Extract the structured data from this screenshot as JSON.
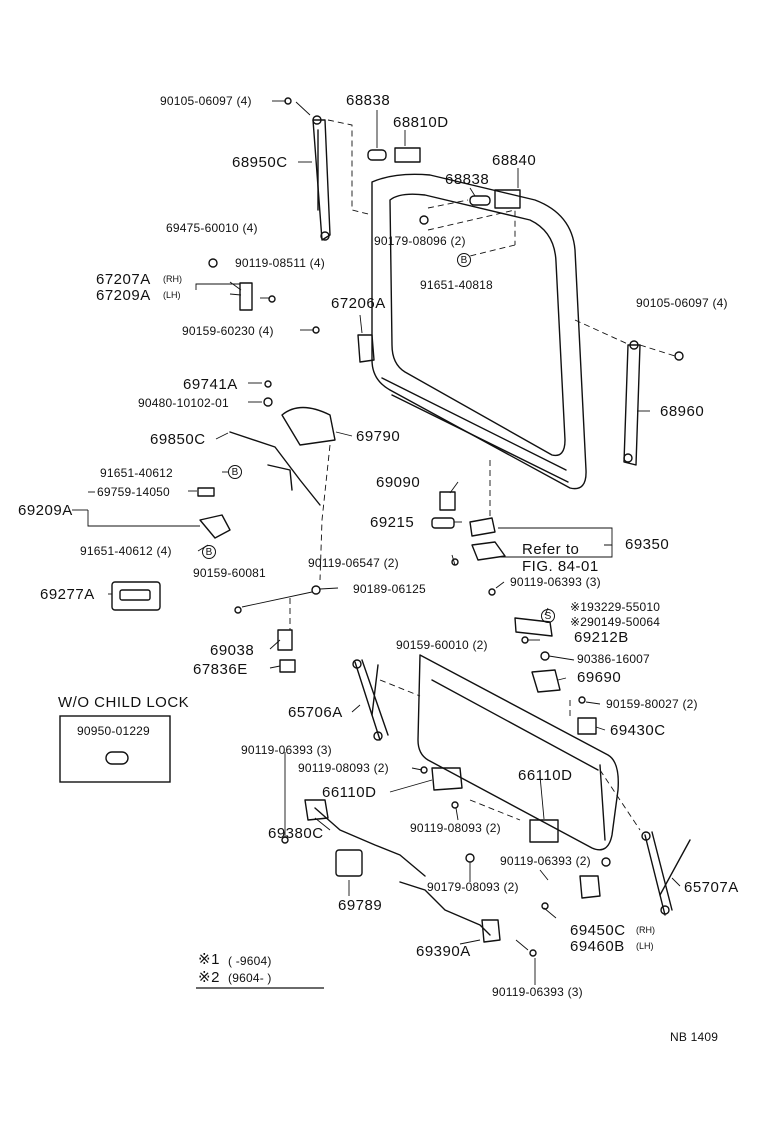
{
  "labels": {
    "l_90105_06097_top": "90105-06097 (4)",
    "l_68838_a": "68838",
    "l_68810d": "68810D",
    "l_68950c": "68950C",
    "l_68840": "68840",
    "l_68838_b": "68838",
    "l_90179_08096": "90179-08096 (2)",
    "l_91651_40818": "91651-40818",
    "l_69475_60010": "69475-60010 (4)",
    "l_90119_08511": "90119-08511 (4)",
    "l_67207a": "67207A",
    "l_rh_1": "(RH)",
    "l_67209a": "67209A",
    "l_lh_1": "(LH)",
    "l_67206a": "67206A",
    "l_90159_60230": "90159-60230 (4)",
    "l_90105_06097_right": "90105-06097 (4)",
    "l_69741a": "69741A",
    "l_90480_10102": "90480-10102-01",
    "l_68960": "68960",
    "l_69850c": "69850C",
    "l_69790": "69790",
    "l_91651_40612_a": "91651-40612",
    "l_69759_14050": "69759-14050",
    "l_69209a": "69209A",
    "l_91651_40612_b": "91651-40612 (4)",
    "l_69090": "69090",
    "l_69215": "69215",
    "l_90119_06547": "90119-06547 (2)",
    "l_refer_to": "Refer to",
    "l_fig_84_01": "FIG. 84-01",
    "l_69350": "69350",
    "l_90119_06393_a": "90119-06393 (3)",
    "l_90159_60081": "90159-60081",
    "l_69277a": "69277A",
    "l_90189_06125": "90189-06125",
    "l_193229_55010": "※193229-55010",
    "l_290149_50064": "※290149-50064",
    "l_69212b": "69212B",
    "l_90159_60010": "90159-60010 (2)",
    "l_90386_16007": "90386-16007",
    "l_69038": "69038",
    "l_67836e": "67836E",
    "l_69690": "69690",
    "l_wo_child_lock": "W/O CHILD LOCK",
    "l_90950_01229": "90950-01229",
    "l_65706a": "65706A",
    "l_90159_80027": "90159-80027 (2)",
    "l_69430c": "69430C",
    "l_90119_06393_b": "90119-06393 (3)",
    "l_90119_08093_a": "90119-08093 (2)",
    "l_66110d_right": "66110D",
    "l_66110d_left": "66110D",
    "l_90119_08093_b": "90119-08093 (2)",
    "l_69380c": "69380C",
    "l_90119_06393_c": "90119-06393 (2)",
    "l_90179_08093": "90179-08093 (2)",
    "l_65707a": "65707A",
    "l_69789": "69789",
    "l_69450c": "69450C",
    "l_rh_2": "(RH)",
    "l_69460b": "69460B",
    "l_lh_2": "(LH)",
    "l_69390a": "69390A",
    "l_note1_mark": "※1",
    "l_note1_range": "(     -9604)",
    "l_note2_mark": "※2",
    "l_note2_range": "(9604-      )",
    "l_90119_06393_d": "90119-06393 (3)",
    "l_nb_1409": "NB  1409"
  },
  "markers": {
    "b1": "B",
    "b2": "B",
    "b3": "B",
    "s1": "S"
  }
}
